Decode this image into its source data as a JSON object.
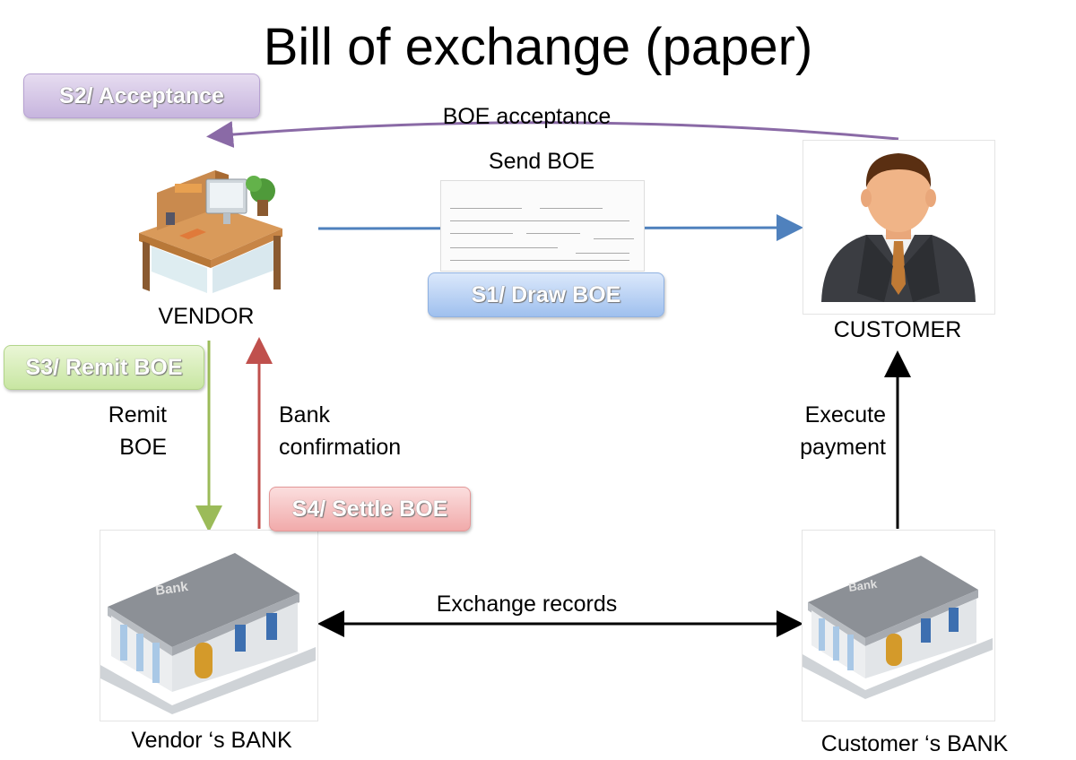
{
  "title": "Bill of exchange (paper)",
  "steps": {
    "s1": "S1/ Draw BOE",
    "s2": "S2/ Acceptance",
    "s3": "S3/ Remit BOE",
    "s4": "S4/ Settle BOE"
  },
  "nodes": {
    "vendor": "VENDOR",
    "customer": "CUSTOMER",
    "vendor_bank": "Vendor ‘s BANK",
    "customer_bank": "Customer ‘s BANK"
  },
  "flows": {
    "boe_acceptance": "BOE acceptance",
    "send_boe": "Send BOE",
    "remit_boe": "Remit\nBOE",
    "bank_confirmation": "Bank\nconfirmation",
    "execute_payment": "Execute\npayment",
    "exchange_records": "Exchange records"
  },
  "icons": {
    "vendor": "office-desk-icon",
    "customer": "businessman-icon",
    "bank_building_text": "Bank",
    "boe_document": "boe-paper-document"
  },
  "colors": {
    "acceptance_arrow": "#8a6aa6",
    "send_arrow": "#4f81bd",
    "remit_arrow": "#9bbb59",
    "confirmation_arrow": "#c0504d",
    "black_arrow": "#000000"
  }
}
